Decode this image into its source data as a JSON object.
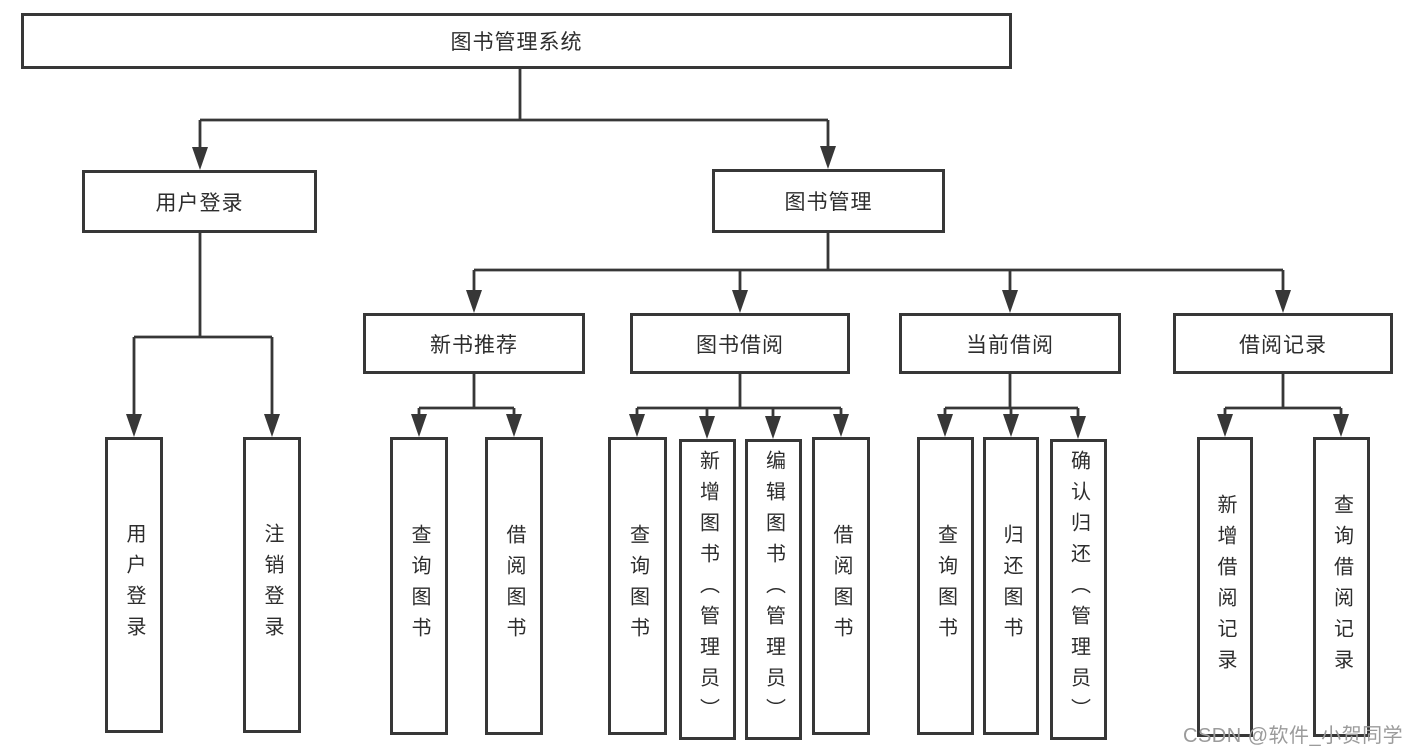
{
  "diagram": {
    "title": "图书管理系统",
    "watermark": "CSDN @软件_小贺同学",
    "colors": {
      "line": "#373737",
      "text": "#2d2d2d",
      "watermark": "#9b9b9b",
      "background": "#ffffff"
    }
  },
  "nodes": {
    "root": {
      "label": "图书管理系统"
    },
    "user_login_module": {
      "label": "用户登录"
    },
    "book_mgmt": {
      "label": "图书管理"
    },
    "login": {
      "label": "用户登录"
    },
    "logout": {
      "label": "注销登录"
    },
    "new_book_rec": {
      "label": "新书推荐"
    },
    "book_borrow": {
      "label": "图书借阅"
    },
    "current_borrow": {
      "label": "当前借阅"
    },
    "borrow_record": {
      "label": "借阅记录"
    },
    "rec_query_book": {
      "label": "查询图书"
    },
    "rec_borrow_book": {
      "label": "借阅图书"
    },
    "bb_query_book": {
      "label": "查询图书"
    },
    "bb_add_book": {
      "label": "新增图书（管理员）"
    },
    "bb_edit_book": {
      "label": "编辑图书（管理员）"
    },
    "bb_borrow_book": {
      "label": "借阅图书"
    },
    "cb_query_book": {
      "label": "查询图书"
    },
    "cb_return_book": {
      "label": "归还图书"
    },
    "cb_confirm_return": {
      "label": "确认归还（管理员）"
    },
    "br_add_record": {
      "label": "新增借阅记录"
    },
    "br_query_record": {
      "label": "查询借阅记录"
    }
  }
}
